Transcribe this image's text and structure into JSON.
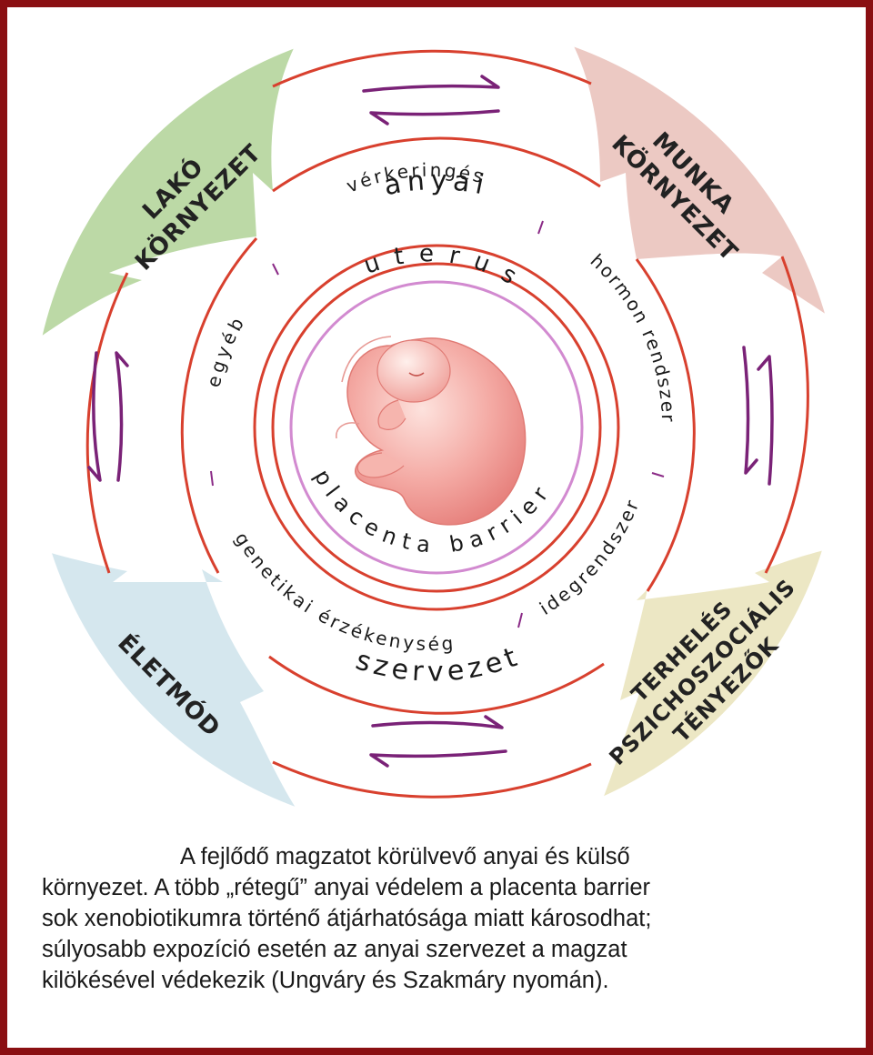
{
  "diagram": {
    "corners": {
      "top_left": [
        "LAKÓ",
        "KÖRNYEZET"
      ],
      "top_right": [
        "MUNKA",
        "KÖRNYEZET"
      ],
      "bottom_left": [
        "ÉLETMÓD"
      ],
      "bottom_right": [
        "TERHELÉS",
        "PSZICHOSZOCIÁLIS",
        "TÉNYEZŐK"
      ]
    },
    "maternal_top": "anyai",
    "maternal_bottom": "szervezet",
    "sectors": {
      "circulation": "vérkeringés",
      "hormone": "hormon rendszer",
      "nervous": "idegrendszer",
      "genetic": "genetikai érzékenység",
      "other": "egyéb"
    },
    "uterus": "uterus",
    "placenta": "placenta barrier",
    "colors": {
      "ring_red": "#d8402e",
      "arrow_purple": "#7a2277",
      "placenta_pink": "#d28ad0",
      "corner_top_left": "#bcd9a6",
      "corner_top_right": "#ecc9c3",
      "corner_bottom_left": "#d5e7ee",
      "corner_bottom_right": "#ece7c4",
      "fetus": "#ef9690"
    },
    "icons": [
      "exchange-arrows-icon",
      "fetus-icon"
    ]
  },
  "caption": {
    "lines": [
      "A fejlődő magzatot körülvevő anyai és külső",
      "környezet. A több „rétegű” anyai védelem a placenta barrier",
      "sok xenobiotikumra történő átjárhatósága miatt károsodhat;",
      "súlyosabb expozíció esetén az anyai szervezet a magzat",
      "kilökésével védekezik (Ungváry és Szakmáry nyomán)."
    ]
  }
}
